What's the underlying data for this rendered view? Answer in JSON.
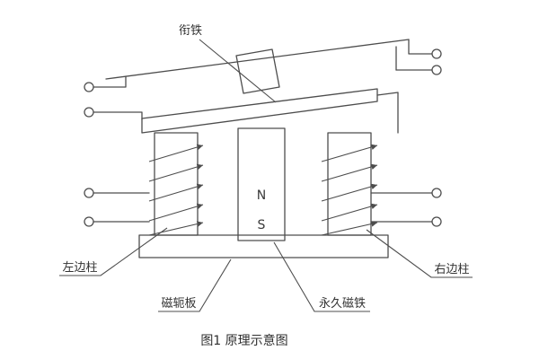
{
  "diagram": {
    "labels": {
      "armature": "衔铁",
      "left_column": "左边柱",
      "yoke_plate": "磁轭板",
      "permanent_magnet": "永久磁铁",
      "right_column": "右边柱"
    },
    "magnet": {
      "north": "N",
      "south": "S"
    },
    "caption": "图1  原理示意图",
    "colors": {
      "line": "#4d4d4d",
      "text": "#333333",
      "background": "#ffffff"
    }
  }
}
